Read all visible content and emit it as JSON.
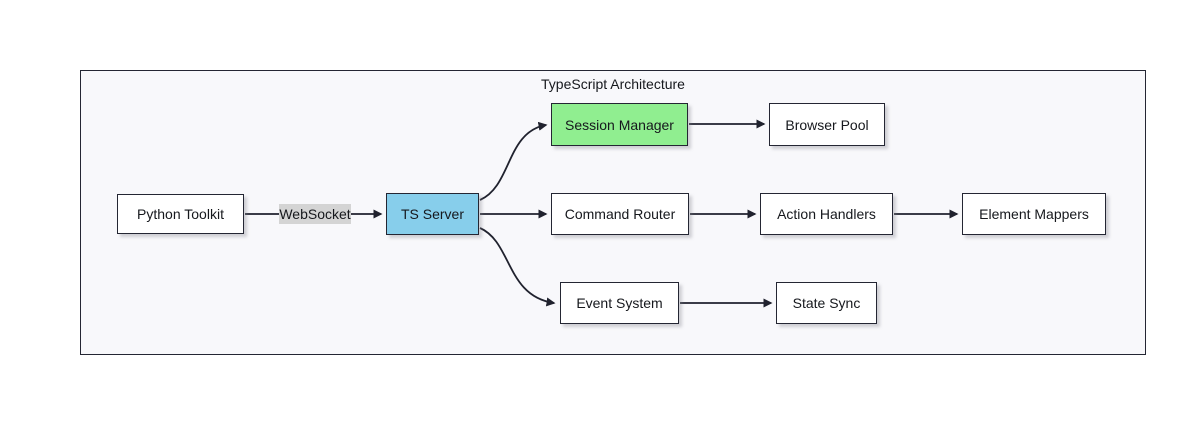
{
  "diagram": {
    "title": "TypeScript Architecture",
    "nodes": {
      "python_toolkit": {
        "label": "Python Toolkit"
      },
      "ts_server": {
        "label": "TS Server"
      },
      "session_manager": {
        "label": "Session Manager"
      },
      "browser_pool": {
        "label": "Browser Pool"
      },
      "command_router": {
        "label": "Command Router"
      },
      "action_handlers": {
        "label": "Action Handlers"
      },
      "element_mappers": {
        "label": "Element Mappers"
      },
      "event_system": {
        "label": "Event System"
      },
      "state_sync": {
        "label": "State Sync"
      }
    },
    "edges": [
      {
        "from": "Python Toolkit",
        "to": "TS Server",
        "label": "WebSocket"
      },
      {
        "from": "TS Server",
        "to": "Session Manager",
        "label": ""
      },
      {
        "from": "TS Server",
        "to": "Command Router",
        "label": ""
      },
      {
        "from": "TS Server",
        "to": "Event System",
        "label": ""
      },
      {
        "from": "Session Manager",
        "to": "Browser Pool",
        "label": ""
      },
      {
        "from": "Command Router",
        "to": "Action Handlers",
        "label": ""
      },
      {
        "from": "Action Handlers",
        "to": "Element Mappers",
        "label": ""
      },
      {
        "from": "Event System",
        "to": "State Sync",
        "label": ""
      }
    ],
    "edge_label": "WebSocket",
    "colors": {
      "ts_server_fill": "#87CEEB",
      "session_manager_fill": "#90EE90",
      "edge_label_bg": "#d4d4d4",
      "node_fill": "#ffffff",
      "node_border": "#242633",
      "container_bg": "#f8f8fb",
      "edge_stroke": "#20222e"
    }
  }
}
